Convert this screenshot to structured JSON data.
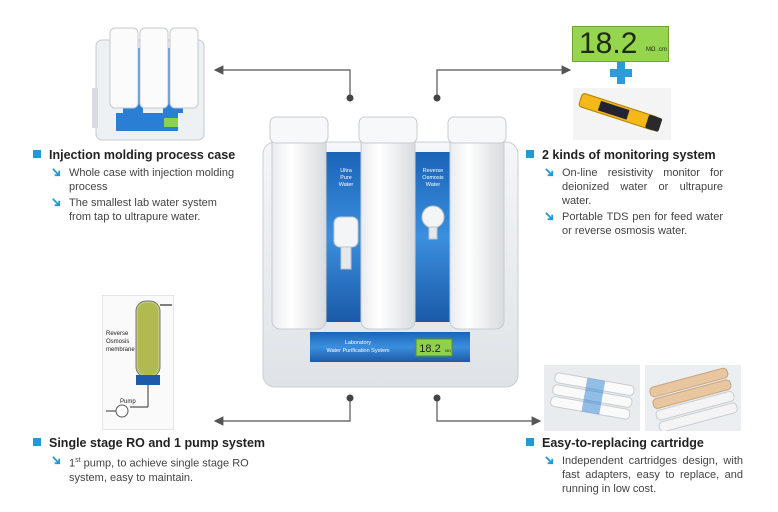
{
  "center_device": {
    "left_panel_label": "Ultra\nPure\nWater",
    "right_panel_label": "Reverse\nOsmosis\nWater",
    "front_label": "Laboratory\nWater Purification System",
    "display_value": "18.2",
    "display_unit": "MΩ·cm"
  },
  "top_right_visual": {
    "display_value": "18.2",
    "display_unit": "MΩ .cm"
  },
  "diagram": {
    "membrane_label": "Reverse\nOsmosis\nmembrane",
    "pump_label": "Pump"
  },
  "features": {
    "injection": {
      "title": "Injection molding process case",
      "items": [
        "Whole case with injection molding process",
        "The smallest lab water system from tap to ultrapure water."
      ]
    },
    "monitoring": {
      "title": "2 kinds of monitoring system",
      "items": [
        "On-line resistivity monitor for deionized water or ultrapure water.",
        "Portable TDS pen for feed water or reverse osmosis water."
      ]
    },
    "ro_pump": {
      "title": "Single stage RO and 1 pump system",
      "item_sup": "st",
      "item_prefix": "1",
      "item_rest": " pump, to achieve single stage RO system, easy to maintain."
    },
    "cartridge": {
      "title": "Easy-to-replacing cartridge",
      "items": [
        "Independent cartridges design, with fast adapters, easy to replace, and running in low cost."
      ]
    }
  },
  "colors": {
    "accent": "#1e9ad6",
    "panel_blue": "#1f78c8",
    "lcd_green": "#8ed14a"
  }
}
